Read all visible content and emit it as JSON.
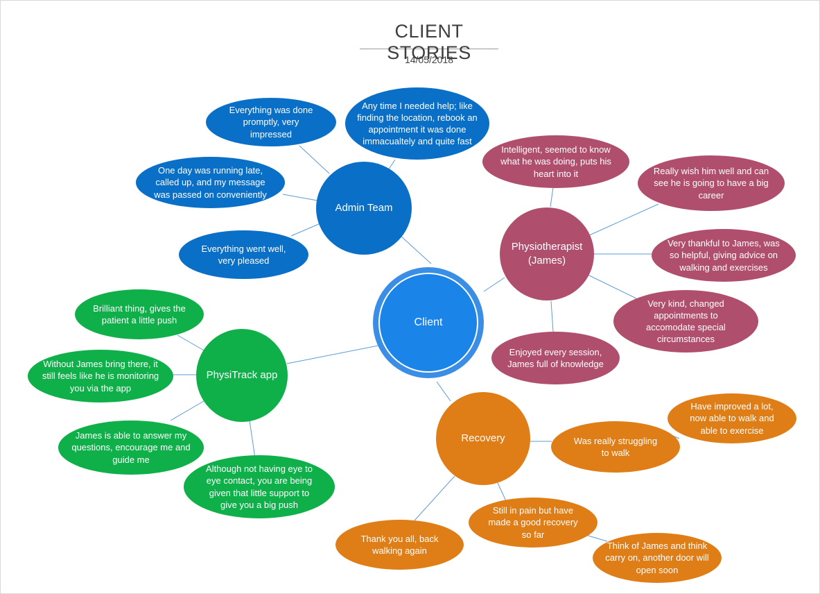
{
  "header": {
    "title": "CLIENT STORIES",
    "date": "14/05/2018"
  },
  "colors": {
    "client": "#1a84e8",
    "admin": "#0a6fc6",
    "physio": "#b04e6e",
    "app": "#0faf4a",
    "recovery": "#df7d16",
    "links": "#5b9bd5"
  },
  "center": {
    "label": "Client"
  },
  "admin": {
    "label": "Admin Team",
    "stories": [
      "Everything was done promptly, very impressed",
      "Any time I needed help; like finding the location, rebook an appointment it was done immacualtely and quite fast",
      "One day was running late, called up, and my message was passed on conveniently",
      "Everything went well, very pleased"
    ]
  },
  "physio": {
    "label": "Physiotherapist (James)",
    "stories": [
      "Intelligent, seemed to know what he was doing, puts his heart into it",
      "Really wish him well and can see he is going to have a big career",
      "Very thankful to James, was so helpful, giving advice on walking and exercises",
      "Very kind, changed appointments to accomodate special circumstances",
      "Enjoyed every session, James full of knowledge"
    ]
  },
  "app": {
    "label": "PhysiTrack app",
    "stories": [
      "Brilliant thing, gives the patient a little push",
      "Without James bring there, it still feels like he is monitoring you via the app",
      "James is able to answer my questions, encourage me and guide me",
      "Although not having eye to eye contact, you are being given that little support to give you a big push"
    ]
  },
  "recovery": {
    "label": "Recovery",
    "stories": [
      "Was really struggling to walk",
      "Have improved a lot, now able to walk and able to exercise",
      "Still in pain but have made a good recovery so far",
      "Thank you all, back walking again",
      "Think of James and think carry on, another door will open soon"
    ]
  }
}
